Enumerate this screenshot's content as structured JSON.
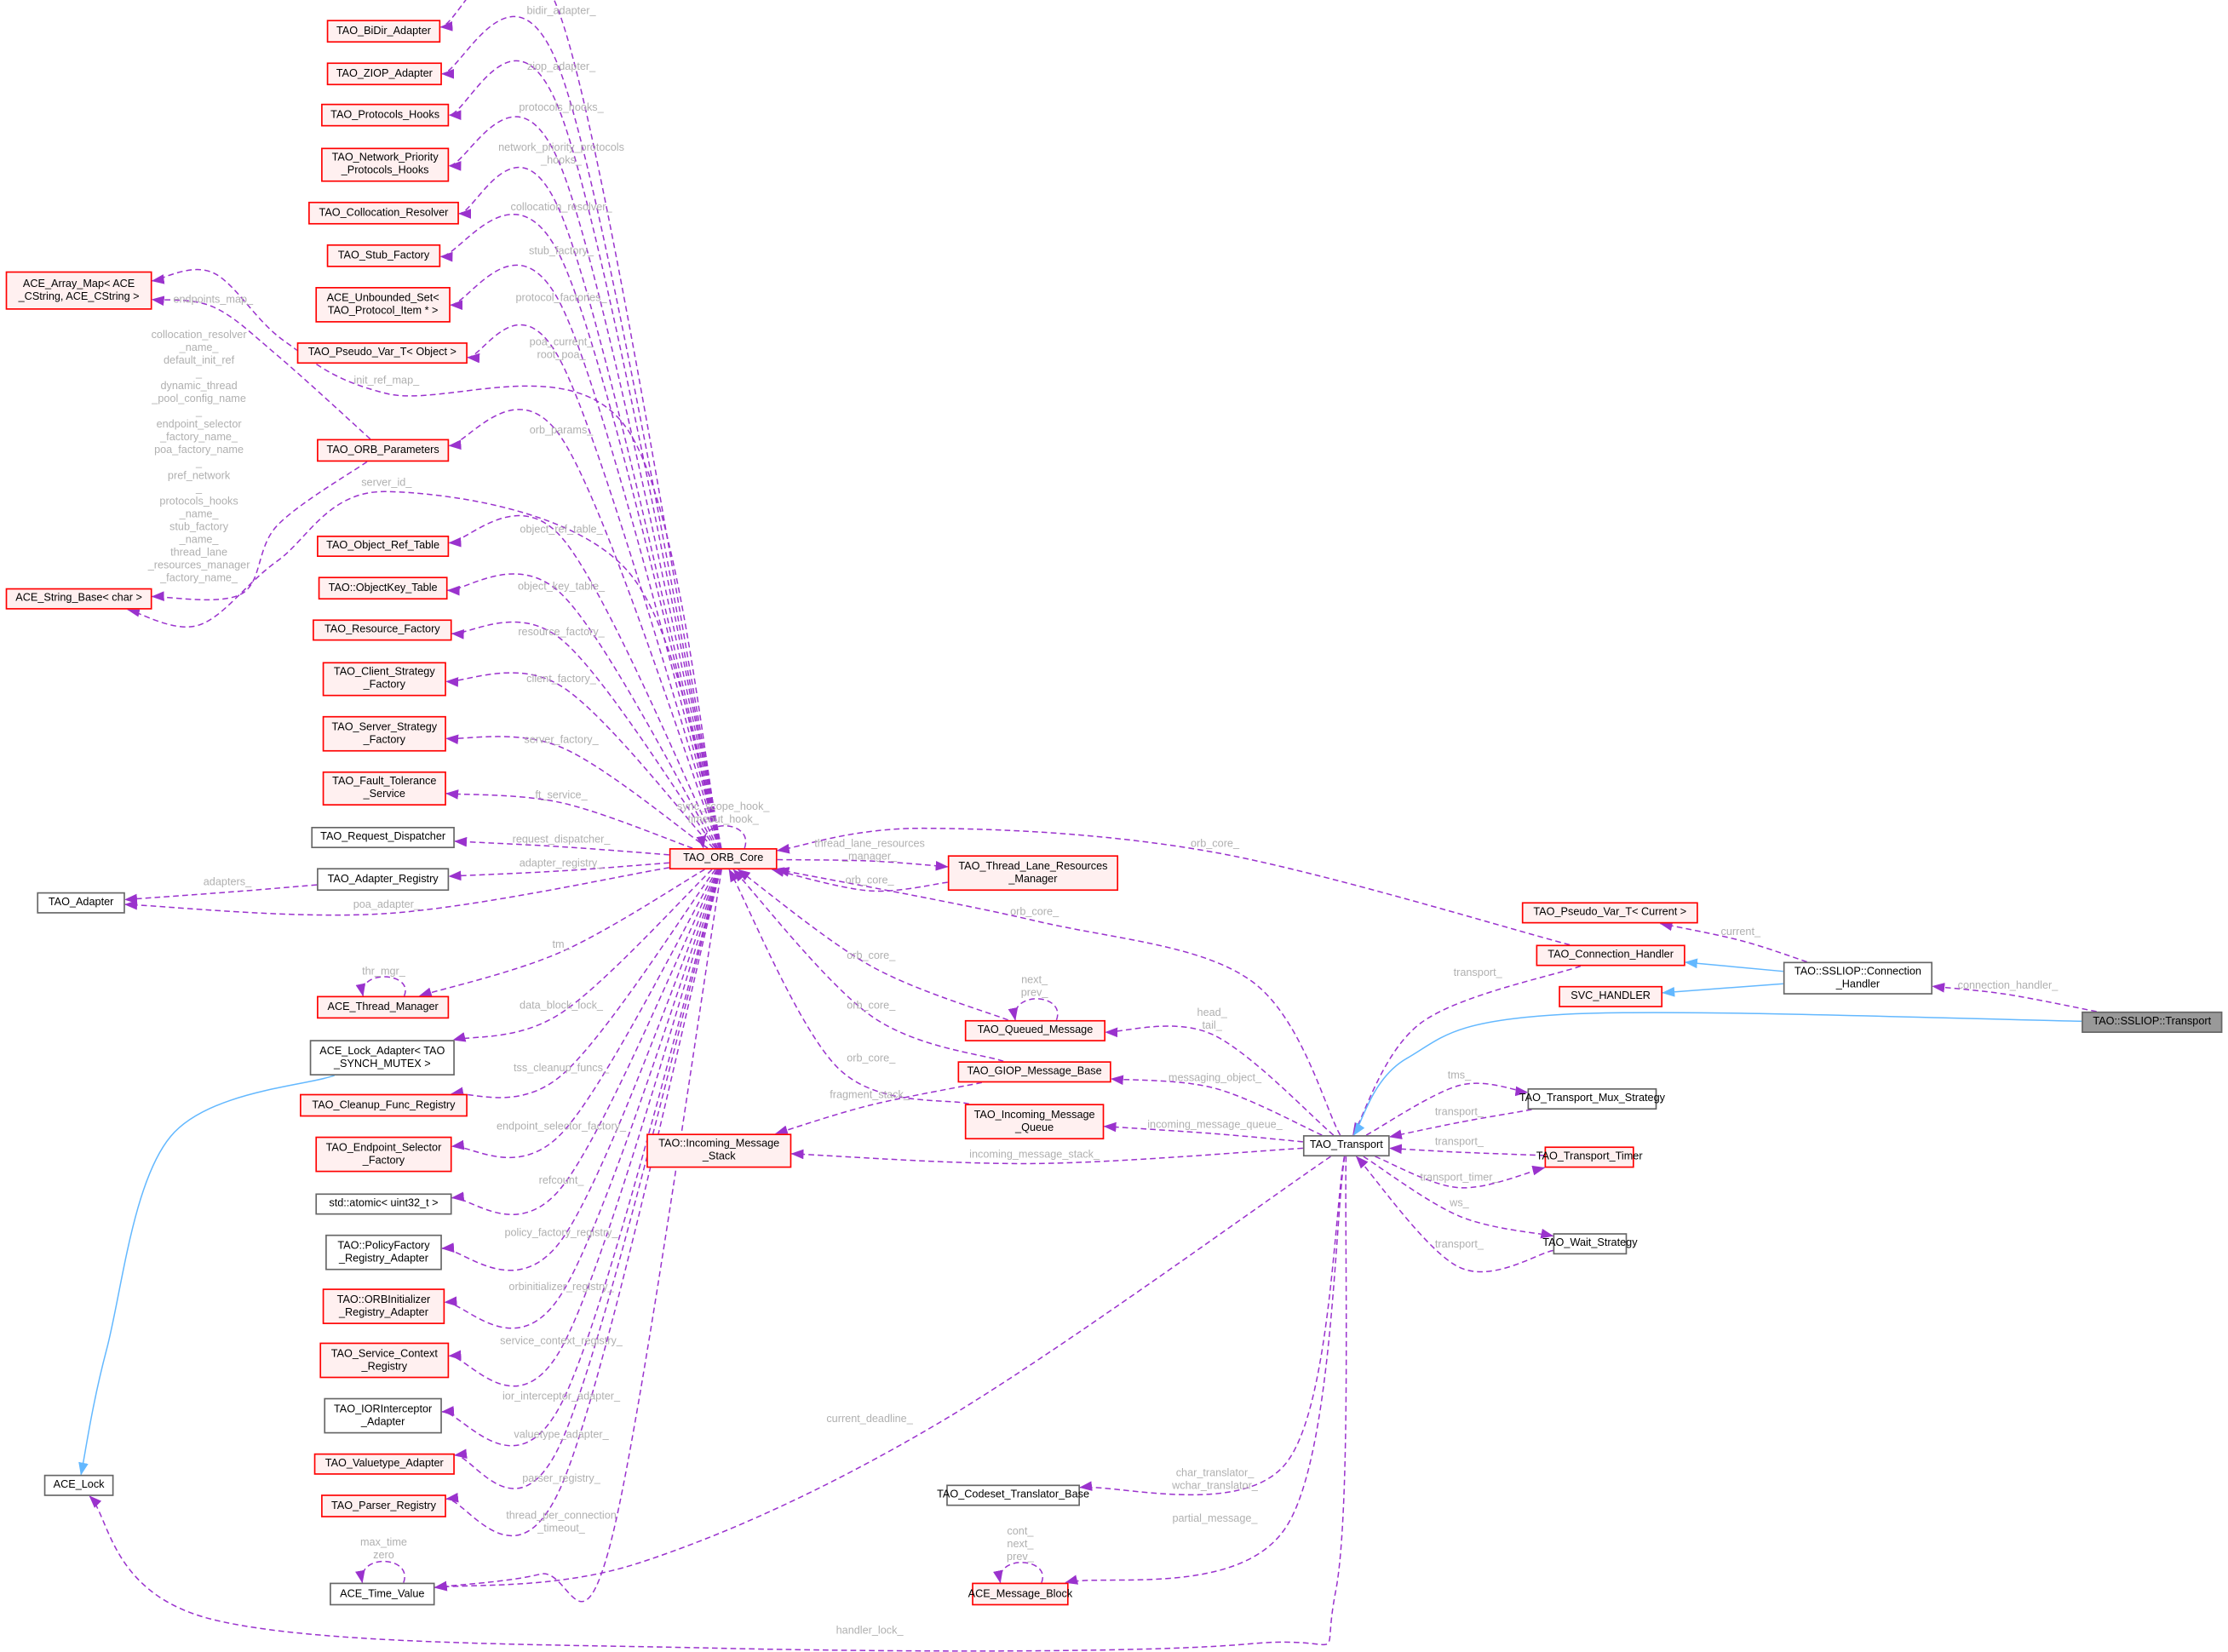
{
  "diagram": {
    "type": "collaboration-graph",
    "colors": {
      "member_edge": "#9a32cd",
      "inherit_edge": "#63b8ff",
      "incomplete_border": "#ff0000",
      "incomplete_fill": "#fff0f0",
      "root_fill": "#999999",
      "label": "#b0b0b0"
    }
  },
  "nodes": [
    {
      "id": "bidir",
      "label": "TAO_BiDir_Adapter",
      "style": "incomplete"
    },
    {
      "id": "ziop",
      "label": "TAO_ZIOP_Adapter",
      "style": "incomplete"
    },
    {
      "id": "phooks",
      "label": "TAO_Protocols_Hooks",
      "style": "incomplete"
    },
    {
      "id": "netprio",
      "label": "TAO_Network_Priority\n_Protocols_Hooks",
      "style": "incomplete"
    },
    {
      "id": "colloc",
      "label": "TAO_Collocation_Resolver",
      "style": "incomplete"
    },
    {
      "id": "stub",
      "label": "TAO_Stub_Factory",
      "style": "incomplete"
    },
    {
      "id": "uset",
      "label": "ACE_Unbounded_Set<\nTAO_Protocol_Item * >",
      "style": "incomplete"
    },
    {
      "id": "pvobj",
      "label": "TAO_Pseudo_Var_T< Object >",
      "style": "incomplete"
    },
    {
      "id": "orbparams",
      "label": "TAO_ORB_Parameters",
      "style": "incomplete"
    },
    {
      "id": "objref",
      "label": "TAO_Object_Ref_Table",
      "style": "incomplete"
    },
    {
      "id": "objkey",
      "label": "TAO::ObjectKey_Table",
      "style": "incomplete"
    },
    {
      "id": "resfac",
      "label": "TAO_Resource_Factory",
      "style": "incomplete"
    },
    {
      "id": "client",
      "label": "TAO_Client_Strategy\n_Factory",
      "style": "incomplete"
    },
    {
      "id": "server",
      "label": "TAO_Server_Strategy\n_Factory",
      "style": "incomplete"
    },
    {
      "id": "ft",
      "label": "TAO_Fault_Tolerance\n_Service",
      "style": "incomplete"
    },
    {
      "id": "reqdisp",
      "label": "TAO_Request_Dispatcher",
      "style": "normal"
    },
    {
      "id": "adreg",
      "label": "TAO_Adapter_Registry",
      "style": "normal"
    },
    {
      "id": "thrmgr",
      "label": "ACE_Thread_Manager",
      "style": "incomplete"
    },
    {
      "id": "lockad",
      "label": "ACE_Lock_Adapter< TAO\n_SYNCH_MUTEX >",
      "style": "normal"
    },
    {
      "id": "cleanup",
      "label": "TAO_Cleanup_Func_Registry",
      "style": "incomplete"
    },
    {
      "id": "endsel",
      "label": "TAO_Endpoint_Selector\n_Factory",
      "style": "incomplete"
    },
    {
      "id": "atomic",
      "label": "std::atomic< uint32_t >",
      "style": "normal"
    },
    {
      "id": "policy",
      "label": "TAO::PolicyFactory\n_Registry_Adapter",
      "style": "normal"
    },
    {
      "id": "orbinit",
      "label": "TAO::ORBInitializer\n_Registry_Adapter",
      "style": "incomplete"
    },
    {
      "id": "svcctx",
      "label": "TAO_Service_Context\n_Registry",
      "style": "incomplete"
    },
    {
      "id": "ior",
      "label": "TAO_IORInterceptor\n_Adapter",
      "style": "normal"
    },
    {
      "id": "valtype",
      "label": "TAO_Valuetype_Adapter",
      "style": "incomplete"
    },
    {
      "id": "parser",
      "label": "TAO_Parser_Registry",
      "style": "incomplete"
    },
    {
      "id": "timeval",
      "label": "ACE_Time_Value",
      "style": "normal"
    },
    {
      "id": "arraymap",
      "label": "ACE_Array_Map< ACE\n_CString, ACE_CString >",
      "style": "incomplete"
    },
    {
      "id": "strbase",
      "label": "ACE_String_Base< char >",
      "style": "incomplete"
    },
    {
      "id": "adapter",
      "label": "TAO_Adapter",
      "style": "normal"
    },
    {
      "id": "acelock",
      "label": "ACE_Lock",
      "style": "normal"
    },
    {
      "id": "orbcore",
      "label": "TAO_ORB_Core",
      "style": "incomplete"
    },
    {
      "id": "tlrm",
      "label": "TAO_Thread_Lane_Resources\n_Manager",
      "style": "incomplete"
    },
    {
      "id": "queued",
      "label": "TAO_Queued_Message",
      "style": "incomplete"
    },
    {
      "id": "giop",
      "label": "TAO_GIOP_Message_Base",
      "style": "incomplete"
    },
    {
      "id": "imqueue",
      "label": "TAO_Incoming_Message\n_Queue",
      "style": "incomplete"
    },
    {
      "id": "imstack",
      "label": "TAO::Incoming_Message\n_Stack",
      "style": "incomplete"
    },
    {
      "id": "codeset",
      "label": "TAO_Codeset_Translator_Base",
      "style": "normal"
    },
    {
      "id": "msgblock",
      "label": "ACE_Message_Block",
      "style": "incomplete"
    },
    {
      "id": "pvcur",
      "label": "TAO_Pseudo_Var_T< Current >",
      "style": "incomplete"
    },
    {
      "id": "connh",
      "label": "TAO_Connection_Handler",
      "style": "incomplete"
    },
    {
      "id": "svch",
      "label": "SVC_HANDLER",
      "style": "incomplete"
    },
    {
      "id": "sslch",
      "label": "TAO::SSLIOP::Connection\n_Handler",
      "style": "normal"
    },
    {
      "id": "sslt",
      "label": "TAO::SSLIOP::Transport",
      "style": "root"
    },
    {
      "id": "transport",
      "label": "TAO_Transport",
      "style": "normal"
    },
    {
      "id": "mux",
      "label": "TAO_Transport_Mux_Strategy",
      "style": "normal"
    },
    {
      "id": "timer",
      "label": "TAO_Transport_Timer",
      "style": "incomplete"
    },
    {
      "id": "wait",
      "label": "TAO_Wait_Strategy",
      "style": "normal"
    }
  ],
  "edges": [
    {
      "from": "orbcore",
      "to": "bidir",
      "label": "bidir_adapter_",
      "kind": "member"
    },
    {
      "from": "orbcore",
      "to": "ziop",
      "label": "ziop_adapter_",
      "kind": "member"
    },
    {
      "from": "orbcore",
      "to": "phooks",
      "label": "protocols_hooks_",
      "kind": "member"
    },
    {
      "from": "orbcore",
      "to": "netprio",
      "label": "network_priority_protocols\n_hooks_",
      "kind": "member"
    },
    {
      "from": "orbcore",
      "to": "colloc",
      "label": "collocation_resolver_",
      "kind": "member"
    },
    {
      "from": "orbcore",
      "to": "stub",
      "label": "stub_factory_",
      "kind": "member"
    },
    {
      "from": "orbcore",
      "to": "uset",
      "label": "protocol_factories_",
      "kind": "member"
    },
    {
      "from": "orbcore",
      "to": "pvobj",
      "label": "poa_current_\nroot_poa_",
      "kind": "member"
    },
    {
      "from": "orbcore",
      "to": "arraymap",
      "label": "init_ref_map_",
      "kind": "member"
    },
    {
      "from": "orbcore",
      "to": "orbparams",
      "label": "orb_params_",
      "kind": "member"
    },
    {
      "from": "orbcore",
      "to": "strbase",
      "label": "server_id_",
      "kind": "member"
    },
    {
      "from": "orbcore",
      "to": "objref",
      "label": "object_ref_table_",
      "kind": "member"
    },
    {
      "from": "orbcore",
      "to": "objkey",
      "label": "object_key_table_",
      "kind": "member"
    },
    {
      "from": "orbcore",
      "to": "resfac",
      "label": "resource_factory_",
      "kind": "member"
    },
    {
      "from": "orbcore",
      "to": "client",
      "label": "client_factory_",
      "kind": "member"
    },
    {
      "from": "orbcore",
      "to": "server",
      "label": "server_factory_",
      "kind": "member"
    },
    {
      "from": "orbcore",
      "to": "ft",
      "label": "ft_service_",
      "kind": "member"
    },
    {
      "from": "orbcore",
      "to": "reqdisp",
      "label": "request_dispatcher_",
      "kind": "member"
    },
    {
      "from": "orbcore",
      "to": "adreg",
      "label": "adapter_registry_",
      "kind": "member"
    },
    {
      "from": "orbcore",
      "to": "adapter",
      "label": "poa_adapter_",
      "kind": "member"
    },
    {
      "from": "orbcore",
      "to": "thrmgr",
      "label": "tm_",
      "kind": "member"
    },
    {
      "from": "orbcore",
      "to": "lockad",
      "label": "data_block_lock_",
      "kind": "member"
    },
    {
      "from": "orbcore",
      "to": "cleanup",
      "label": "tss_cleanup_funcs_",
      "kind": "member"
    },
    {
      "from": "orbcore",
      "to": "endsel",
      "label": "endpoint_selector_factory_",
      "kind": "member"
    },
    {
      "from": "orbcore",
      "to": "atomic",
      "label": "refcount_",
      "kind": "member"
    },
    {
      "from": "orbcore",
      "to": "policy",
      "label": "policy_factory_registry_",
      "kind": "member"
    },
    {
      "from": "orbcore",
      "to": "orbinit",
      "label": "orbinitializer_registry_",
      "kind": "member"
    },
    {
      "from": "orbcore",
      "to": "svcctx",
      "label": "service_context_registry_",
      "kind": "member"
    },
    {
      "from": "orbcore",
      "to": "ior",
      "label": "ior_interceptor_adapter_",
      "kind": "member"
    },
    {
      "from": "orbcore",
      "to": "valtype",
      "label": "valuetype_adapter_",
      "kind": "member"
    },
    {
      "from": "orbcore",
      "to": "parser",
      "label": "parser_registry_",
      "kind": "member"
    },
    {
      "from": "orbcore",
      "to": "timeval",
      "label": "thread_per_connection\n_timeout_",
      "kind": "member"
    },
    {
      "from": "orbcore",
      "to": "orbcore",
      "label": "sync_scope_hook_\ntimeout_hook_",
      "kind": "member"
    },
    {
      "from": "orbcore",
      "to": "tlrm",
      "label": "thread_lane_resources\n_manager_",
      "kind": "member"
    },
    {
      "from": "tlrm",
      "to": "orbcore",
      "label": "orb_core_",
      "kind": "member"
    },
    {
      "from": "orbparams",
      "to": "arraymap",
      "label": "endpoints_map_",
      "kind": "member"
    },
    {
      "from": "orbparams",
      "to": "strbase",
      "label": "collocation_resolver\n_name_\ndefault_init_ref\n_\ndynamic_thread\n_pool_config_name\n_\nendpoint_selector\n_factory_name_\npoa_factory_name\n_\npref_network\n_\nprotocols_hooks\n_name_\nstub_factory\n_name_\nthread_lane\n_resources_manager\n_factory_name_",
      "kind": "member"
    },
    {
      "from": "adreg",
      "to": "adapter",
      "label": "adapters_",
      "kind": "member"
    },
    {
      "from": "thrmgr",
      "to": "thrmgr",
      "label": "thr_mgr_",
      "kind": "member"
    },
    {
      "from": "lockad",
      "to": "acelock",
      "label": "",
      "kind": "inherit"
    },
    {
      "from": "timeval",
      "to": "timeval",
      "label": "max_time\nzero",
      "kind": "member"
    },
    {
      "from": "queued",
      "to": "orbcore",
      "label": "orb_core_",
      "kind": "member"
    },
    {
      "from": "queued",
      "to": "queued",
      "label": "next_\nprev_",
      "kind": "member"
    },
    {
      "from": "giop",
      "to": "orbcore",
      "label": "orb_core_",
      "kind": "member"
    },
    {
      "from": "imqueue",
      "to": "orbcore",
      "label": "orb_core_",
      "kind": "member"
    },
    {
      "from": "giop",
      "to": "imstack",
      "label": "fragment_stack_",
      "kind": "member"
    },
    {
      "from": "transport",
      "to": "orbcore",
      "label": "orb_core_",
      "kind": "member"
    },
    {
      "from": "connh",
      "to": "orbcore",
      "label": "orb_core_",
      "kind": "member"
    },
    {
      "from": "transport",
      "to": "queued",
      "label": "head_\ntail_",
      "kind": "member"
    },
    {
      "from": "transport",
      "to": "giop",
      "label": "messaging_object_",
      "kind": "member"
    },
    {
      "from": "transport",
      "to": "imqueue",
      "label": "incoming_message_queue_",
      "kind": "member"
    },
    {
      "from": "transport",
      "to": "imstack",
      "label": "incoming_message_stack_",
      "kind": "member"
    },
    {
      "from": "transport",
      "to": "timeval",
      "label": "current_deadline_",
      "kind": "member"
    },
    {
      "from": "transport",
      "to": "codeset",
      "label": "char_translator_\nwchar_translator_",
      "kind": "member"
    },
    {
      "from": "transport",
      "to": "msgblock",
      "label": "partial_message_",
      "kind": "member"
    },
    {
      "from": "msgblock",
      "to": "msgblock",
      "label": "cont_\nnext_\nprev_",
      "kind": "member"
    },
    {
      "from": "transport",
      "to": "acelock",
      "label": "handler_lock_",
      "kind": "member"
    },
    {
      "from": "connh",
      "to": "transport",
      "label": "transport_",
      "kind": "member"
    },
    {
      "from": "transport",
      "to": "mux",
      "label": "tms_",
      "kind": "member"
    },
    {
      "from": "mux",
      "to": "transport",
      "label": "transport_",
      "kind": "member"
    },
    {
      "from": "timer",
      "to": "transport",
      "label": "transport_",
      "kind": "member"
    },
    {
      "from": "transport",
      "to": "timer",
      "label": "transport_timer_",
      "kind": "member"
    },
    {
      "from": "transport",
      "to": "wait",
      "label": "ws_",
      "kind": "member"
    },
    {
      "from": "wait",
      "to": "transport",
      "label": "transport_",
      "kind": "member"
    },
    {
      "from": "sslch",
      "to": "pvcur",
      "label": "current_",
      "kind": "member"
    },
    {
      "from": "sslch",
      "to": "connh",
      "label": "",
      "kind": "inherit"
    },
    {
      "from": "sslch",
      "to": "svch",
      "label": "",
      "kind": "inherit"
    },
    {
      "from": "sslt",
      "to": "sslch",
      "label": "connection_handler_",
      "kind": "member"
    },
    {
      "from": "sslt",
      "to": "transport",
      "label": "",
      "kind": "inherit"
    }
  ]
}
